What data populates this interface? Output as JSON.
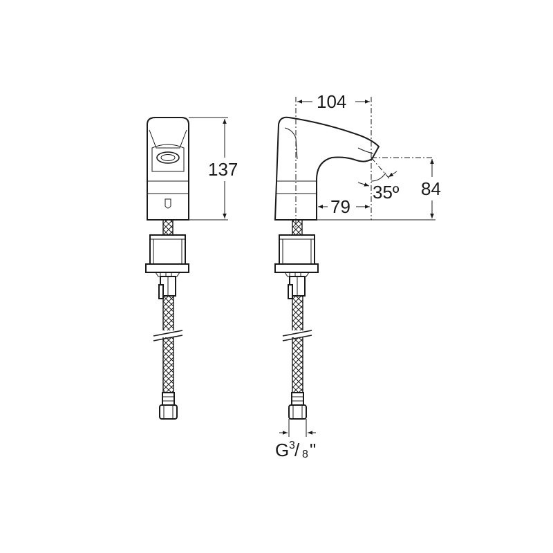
{
  "dimensions": {
    "height_front": "137",
    "spout_reach": "104",
    "spout_height": "84",
    "base_to_outlet": "79",
    "spray_angle": "35º",
    "thread_main": "G",
    "thread_num": "3",
    "thread_slash": "/",
    "thread_den": "8",
    "thread_unit": "\""
  },
  "colors": {
    "line": "#1a1a1a",
    "background": "#ffffff"
  }
}
